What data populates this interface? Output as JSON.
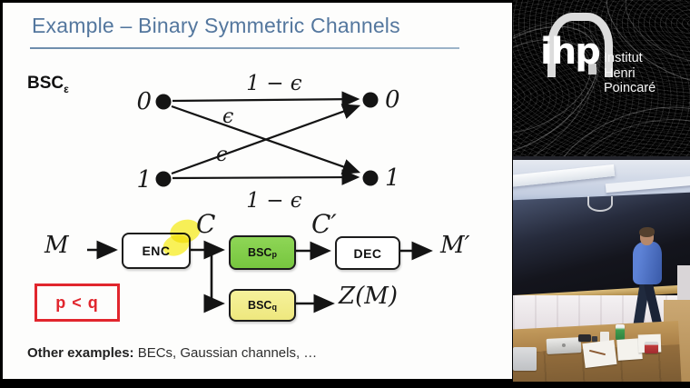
{
  "slide": {
    "title": "Example – Binary Symmetric Channels",
    "bsc": {
      "label": "BSC",
      "sub": "ε"
    },
    "channel": {
      "in_top": "0",
      "in_bottom": "1",
      "out_top": "0",
      "out_bottom": "1",
      "edge_top": "1 − ϵ",
      "eps_upper": "ϵ",
      "eps_lower": "ϵ",
      "edge_bottom": "1 − ϵ"
    },
    "blocks": {
      "m": "M",
      "enc": "ENC",
      "c": "C",
      "bscp": {
        "label": "BSC",
        "sub": "p"
      },
      "cprime": "C′",
      "dec": "DEC",
      "mprime": "M′",
      "bscq": {
        "label": "BSC",
        "sub": "q"
      },
      "z": "Z(M)"
    },
    "condition": "p < q",
    "footer": {
      "bold": "Other examples:",
      "rest": " BECs, Gaussian channels, …"
    }
  },
  "logo": {
    "acronym": "ihp",
    "lines": [
      "Institut",
      "Henri",
      "Poincaré"
    ]
  },
  "colors": {
    "title_blue": "#54779e",
    "bscp_green": "#84d04d",
    "bscq_yellow": "#f4ef8e",
    "alert_red": "#e1262d",
    "highlight_yellow": "#f8ef3a"
  }
}
